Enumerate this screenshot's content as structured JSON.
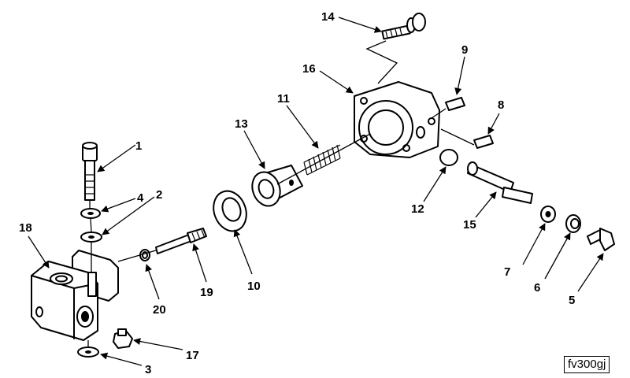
{
  "figure_id": "fv300gj",
  "callouts": [
    "1",
    "2",
    "3",
    "4",
    "5",
    "6",
    "7",
    "8",
    "9",
    "10",
    "11",
    "12",
    "13",
    "14",
    "15",
    "16",
    "17",
    "18",
    "19",
    "20"
  ]
}
